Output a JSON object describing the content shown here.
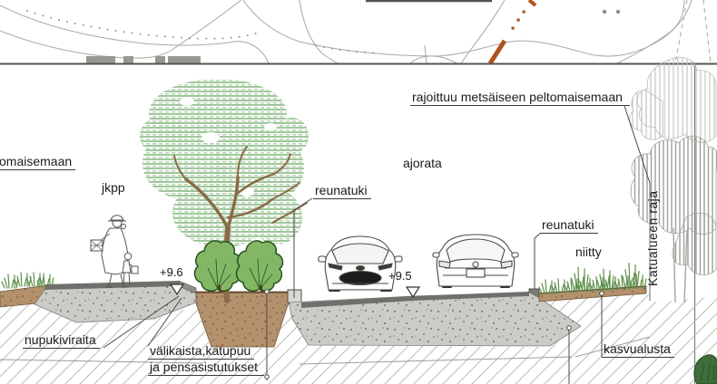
{
  "drawing": {
    "type": "street-cross-section",
    "labels": {
      "left_partial": "omaisemaan",
      "jkpp": "jkpp",
      "ajorata": "ajorata",
      "reunatuki_left": "reunatuki",
      "reunatuki_right": "reunatuki",
      "niitty": "niitty",
      "katualueen_raja": "Katualueen raja",
      "rajoittuu": "rajoittuu metsäiseen peltomaisemaan",
      "nupukiviraita": "nupukiviraita",
      "valikaista_line1": "välikaista,katupuu",
      "valikaista_line2": "ja pensasistutukset",
      "kasvualusta": "kasvualusta"
    },
    "elevations": {
      "sidewalk": "+9.6",
      "road": "+9.5"
    },
    "colors": {
      "pavement_gray": "#cccbc7",
      "surface_dark": "#6f6f6b",
      "soil_brown": "#b4916d",
      "foliage_green": "#9cc497",
      "bush_green": "#83b765",
      "grass_green": "#5d8f4a",
      "utility_orange": "#b0511c",
      "hatch_gray": "#bcbcb6",
      "line_dark": "#4a4a48"
    }
  }
}
